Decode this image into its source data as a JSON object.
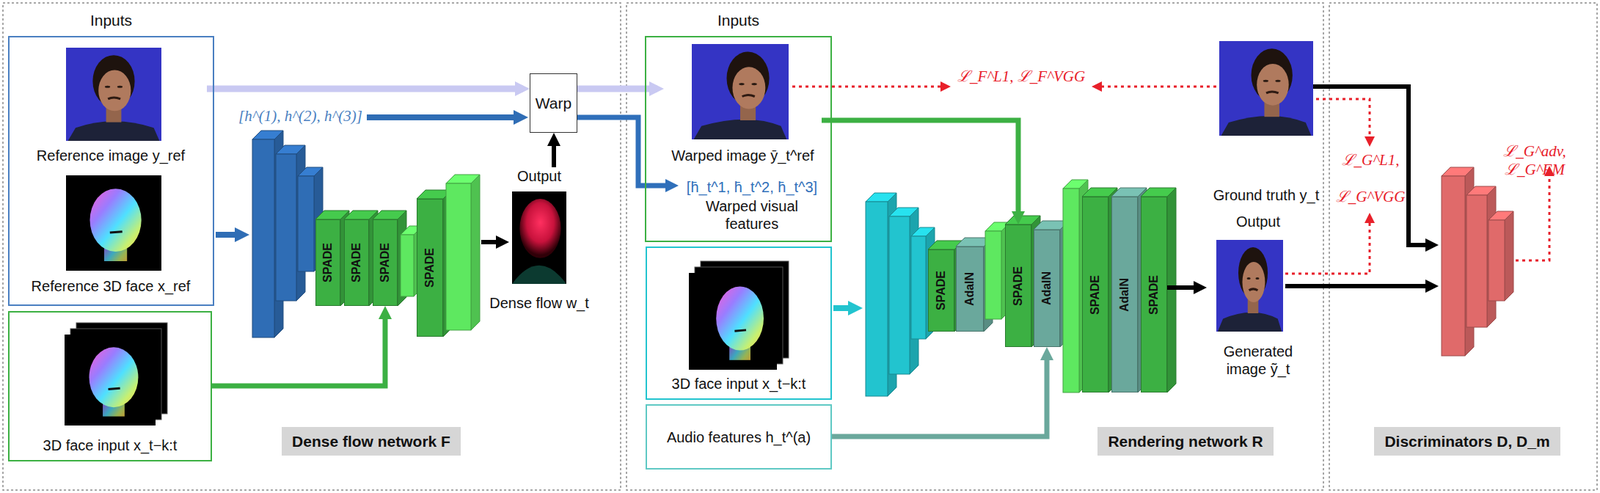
{
  "diagram": {
    "nodes": [
      {
        "text": [
          "Inputs"
        ]
      },
      {
        "text": [
          "Reference image y_ref"
        ],
        "in": 0
      },
      {
        "text": [
          "Reference 3D face x_ref"
        ],
        "in": 0
      },
      {
        "text": [
          "3D face input x_t−k:t"
        ]
      },
      {
        "text": [
          "SPADE"
        ]
      },
      {
        "text": [
          "SPADE"
        ]
      },
      {
        "text": [
          "SPADE"
        ]
      },
      {
        "text": [
          "SPADE"
        ]
      },
      {
        "text": [
          "Dense flow network F"
        ]
      },
      {
        "text": [
          "Warp"
        ]
      },
      {
        "text": [
          "Output",
          "Dense flow w_t"
        ]
      },
      {
        "text": [
          "Inputs"
        ]
      },
      {
        "text": [
          "Warped image ȳ_t^ref"
        ],
        "in": 11
      },
      {
        "text": [
          "[h̄_t^1, h̄_t^2, h̄_t^3]",
          "Warped visual features"
        ],
        "in": 11
      },
      {
        "text": [
          "3D face input x_t−k:t"
        ]
      },
      {
        "text": [
          "Audio features h_t^(a)"
        ]
      },
      {
        "text": [
          "SPADE"
        ]
      },
      {
        "text": [
          "AdaIN"
        ]
      },
      {
        "text": [
          "SPADE"
        ]
      },
      {
        "text": [
          "AdaIN"
        ]
      },
      {
        "text": [
          "SPADE"
        ]
      },
      {
        "text": [
          "AdaIN"
        ]
      },
      {
        "text": [
          "SPADE"
        ]
      },
      {
        "text": [
          "Rendering network R"
        ]
      },
      {
        "text": [
          "Ground truth y_t"
        ]
      },
      {
        "text": [
          "Output",
          "Generated image ỹ_t"
        ]
      },
      {
        "text": [
          "Discriminators D, D_m"
        ]
      }
    ],
    "edges": [
      {
        "from": 1,
        "to": 9,
        "arrow": "to"
      },
      {
        "from": 10,
        "to": 9,
        "arrow": "to"
      },
      {
        "from": 9,
        "to": 12,
        "arrow": "to"
      },
      {
        "from": 9,
        "to": 13,
        "arrow": "to"
      },
      {
        "from": 3,
        "to": 6,
        "arrow": "to"
      },
      {
        "from": 12,
        "to": 18,
        "arrow": "to"
      },
      {
        "from": 15,
        "to": 19,
        "arrow": "to"
      },
      {
        "from": 22,
        "to": 25,
        "arrow": "to"
      }
    ],
    "labels": [
      "[h^(1), h^(2), h^(3)]",
      "ℒ_F^L1, ℒ_F^VGG",
      "ℒ_G^L1,",
      "ℒ_G^VGG",
      "ℒ_G^adv, ℒ_G^FM"
    ]
  }
}
